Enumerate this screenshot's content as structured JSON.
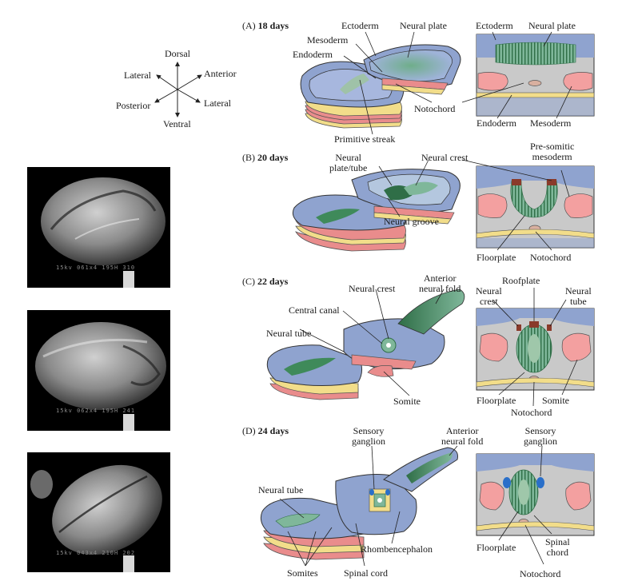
{
  "axes": {
    "dorsal": "Dorsal",
    "ventral": "Ventral",
    "anterior": "Anterior",
    "posterior": "Posterior",
    "lateral_left": "Lateral",
    "lateral_right": "Lateral"
  },
  "micrographs": [
    {
      "scale_text": "15kv  061x4  195H  310"
    },
    {
      "scale_text": "15kv  062x4  195H  241"
    },
    {
      "scale_text": "15kv  043x4  210H  202"
    }
  ],
  "panels": {
    "a": {
      "letter": "(A)",
      "title": "18 days",
      "labels": {
        "ectoderm": "Ectoderm",
        "neural_plate": "Neural plate",
        "mesoderm": "Mesoderm",
        "endoderm": "Endoderm",
        "notochord": "Notochord",
        "primitive_streak": "Primitive streak"
      },
      "section_labels": {
        "ectoderm": "Ectoderm",
        "neural_plate": "Neural plate",
        "endoderm": "Endoderm",
        "mesoderm": "Mesoderm"
      }
    },
    "b": {
      "letter": "(B)",
      "title": "20 days",
      "labels": {
        "neural_plate_tube_1": "Neural",
        "neural_plate_tube_2": "plate/tube",
        "neural_crest": "Neural crest",
        "neural_groove": "Neural groove"
      },
      "section_labels": {
        "presomitic_1": "Pre-somitic",
        "presomitic_2": "mesoderm",
        "floorplate": "Floorplate",
        "notochord": "Notochord"
      }
    },
    "c": {
      "letter": "(C)",
      "title": "22 days",
      "labels": {
        "neural_crest": "Neural crest",
        "anterior_neural_fold_1": "Anterior",
        "anterior_neural_fold_2": "neural fold",
        "central_canal": "Central canal",
        "neural_tube": "Neural tube",
        "somite": "Somite"
      },
      "section_labels": {
        "roofplate": "Roofplate",
        "neural_crest_1": "Neural",
        "neural_crest_2": "crest",
        "neural_tube_1": "Neural",
        "neural_tube_2": "tube",
        "floorplate": "Floorplate",
        "somite": "Somite",
        "notochord": "Notochord"
      }
    },
    "d": {
      "letter": "(D)",
      "title": "24 days",
      "labels": {
        "sensory_ganglion_1": "Sensory",
        "sensory_ganglion_2": "ganglion",
        "anterior_neural_fold_1": "Anterior",
        "anterior_neural_fold_2": "neural fold",
        "neural_tube": "Neural tube",
        "rhombencephalon": "Rhombencephalon",
        "somites": "Somites",
        "spinal_cord": "Spinal cord"
      },
      "section_labels": {
        "sensory_ganglion_1": "Sensory",
        "sensory_ganglion_2": "ganglion",
        "floorplate": "Floorplate",
        "spinal_chord_1": "Spinal",
        "spinal_chord_2": "chord",
        "notochord": "Notochord"
      }
    }
  },
  "colors": {
    "ectoderm": "#8fa3cf",
    "neural_plate": "#7fb79a",
    "neural_dark": "#2f6e47",
    "mesoderm": "#e98c8c",
    "endoderm": "#f2dd8a",
    "section_bg": "#c9c9c9",
    "neural_crest": "#8a3a2a",
    "ganglion": "#2a6fc9"
  }
}
